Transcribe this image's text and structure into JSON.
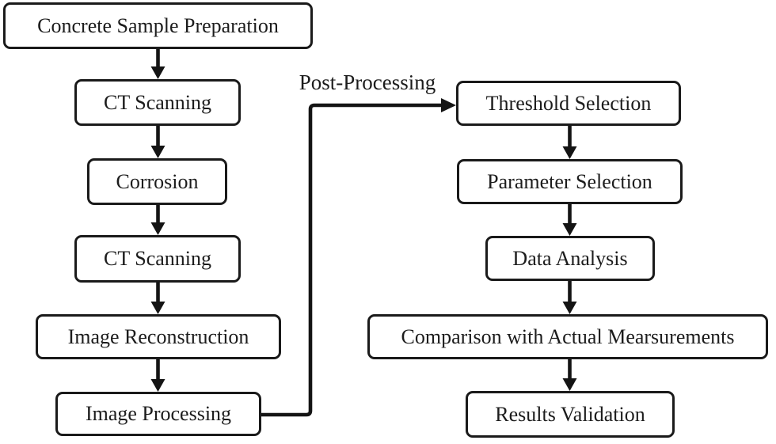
{
  "diagram": {
    "type": "flowchart",
    "connector_label": "Post-Processing",
    "left_column": [
      {
        "label": "Concrete Sample Preparation"
      },
      {
        "label": "CT Scanning"
      },
      {
        "label": "Corrosion"
      },
      {
        "label": "CT Scanning"
      },
      {
        "label": "Image Reconstruction"
      },
      {
        "label": "Image Processing"
      }
    ],
    "right_column": [
      {
        "label": "Threshold Selection"
      },
      {
        "label": "Parameter Selection"
      },
      {
        "label": "Data Analysis"
      },
      {
        "label": "Comparison with Actual Mearsurements"
      },
      {
        "label": "Results Validation"
      }
    ],
    "colors": {
      "background": "#ffffff",
      "box_fill": "#ffffff",
      "box_border": "#1a1a1a",
      "text": "#1c1c1c",
      "arrow": "#141414"
    }
  }
}
